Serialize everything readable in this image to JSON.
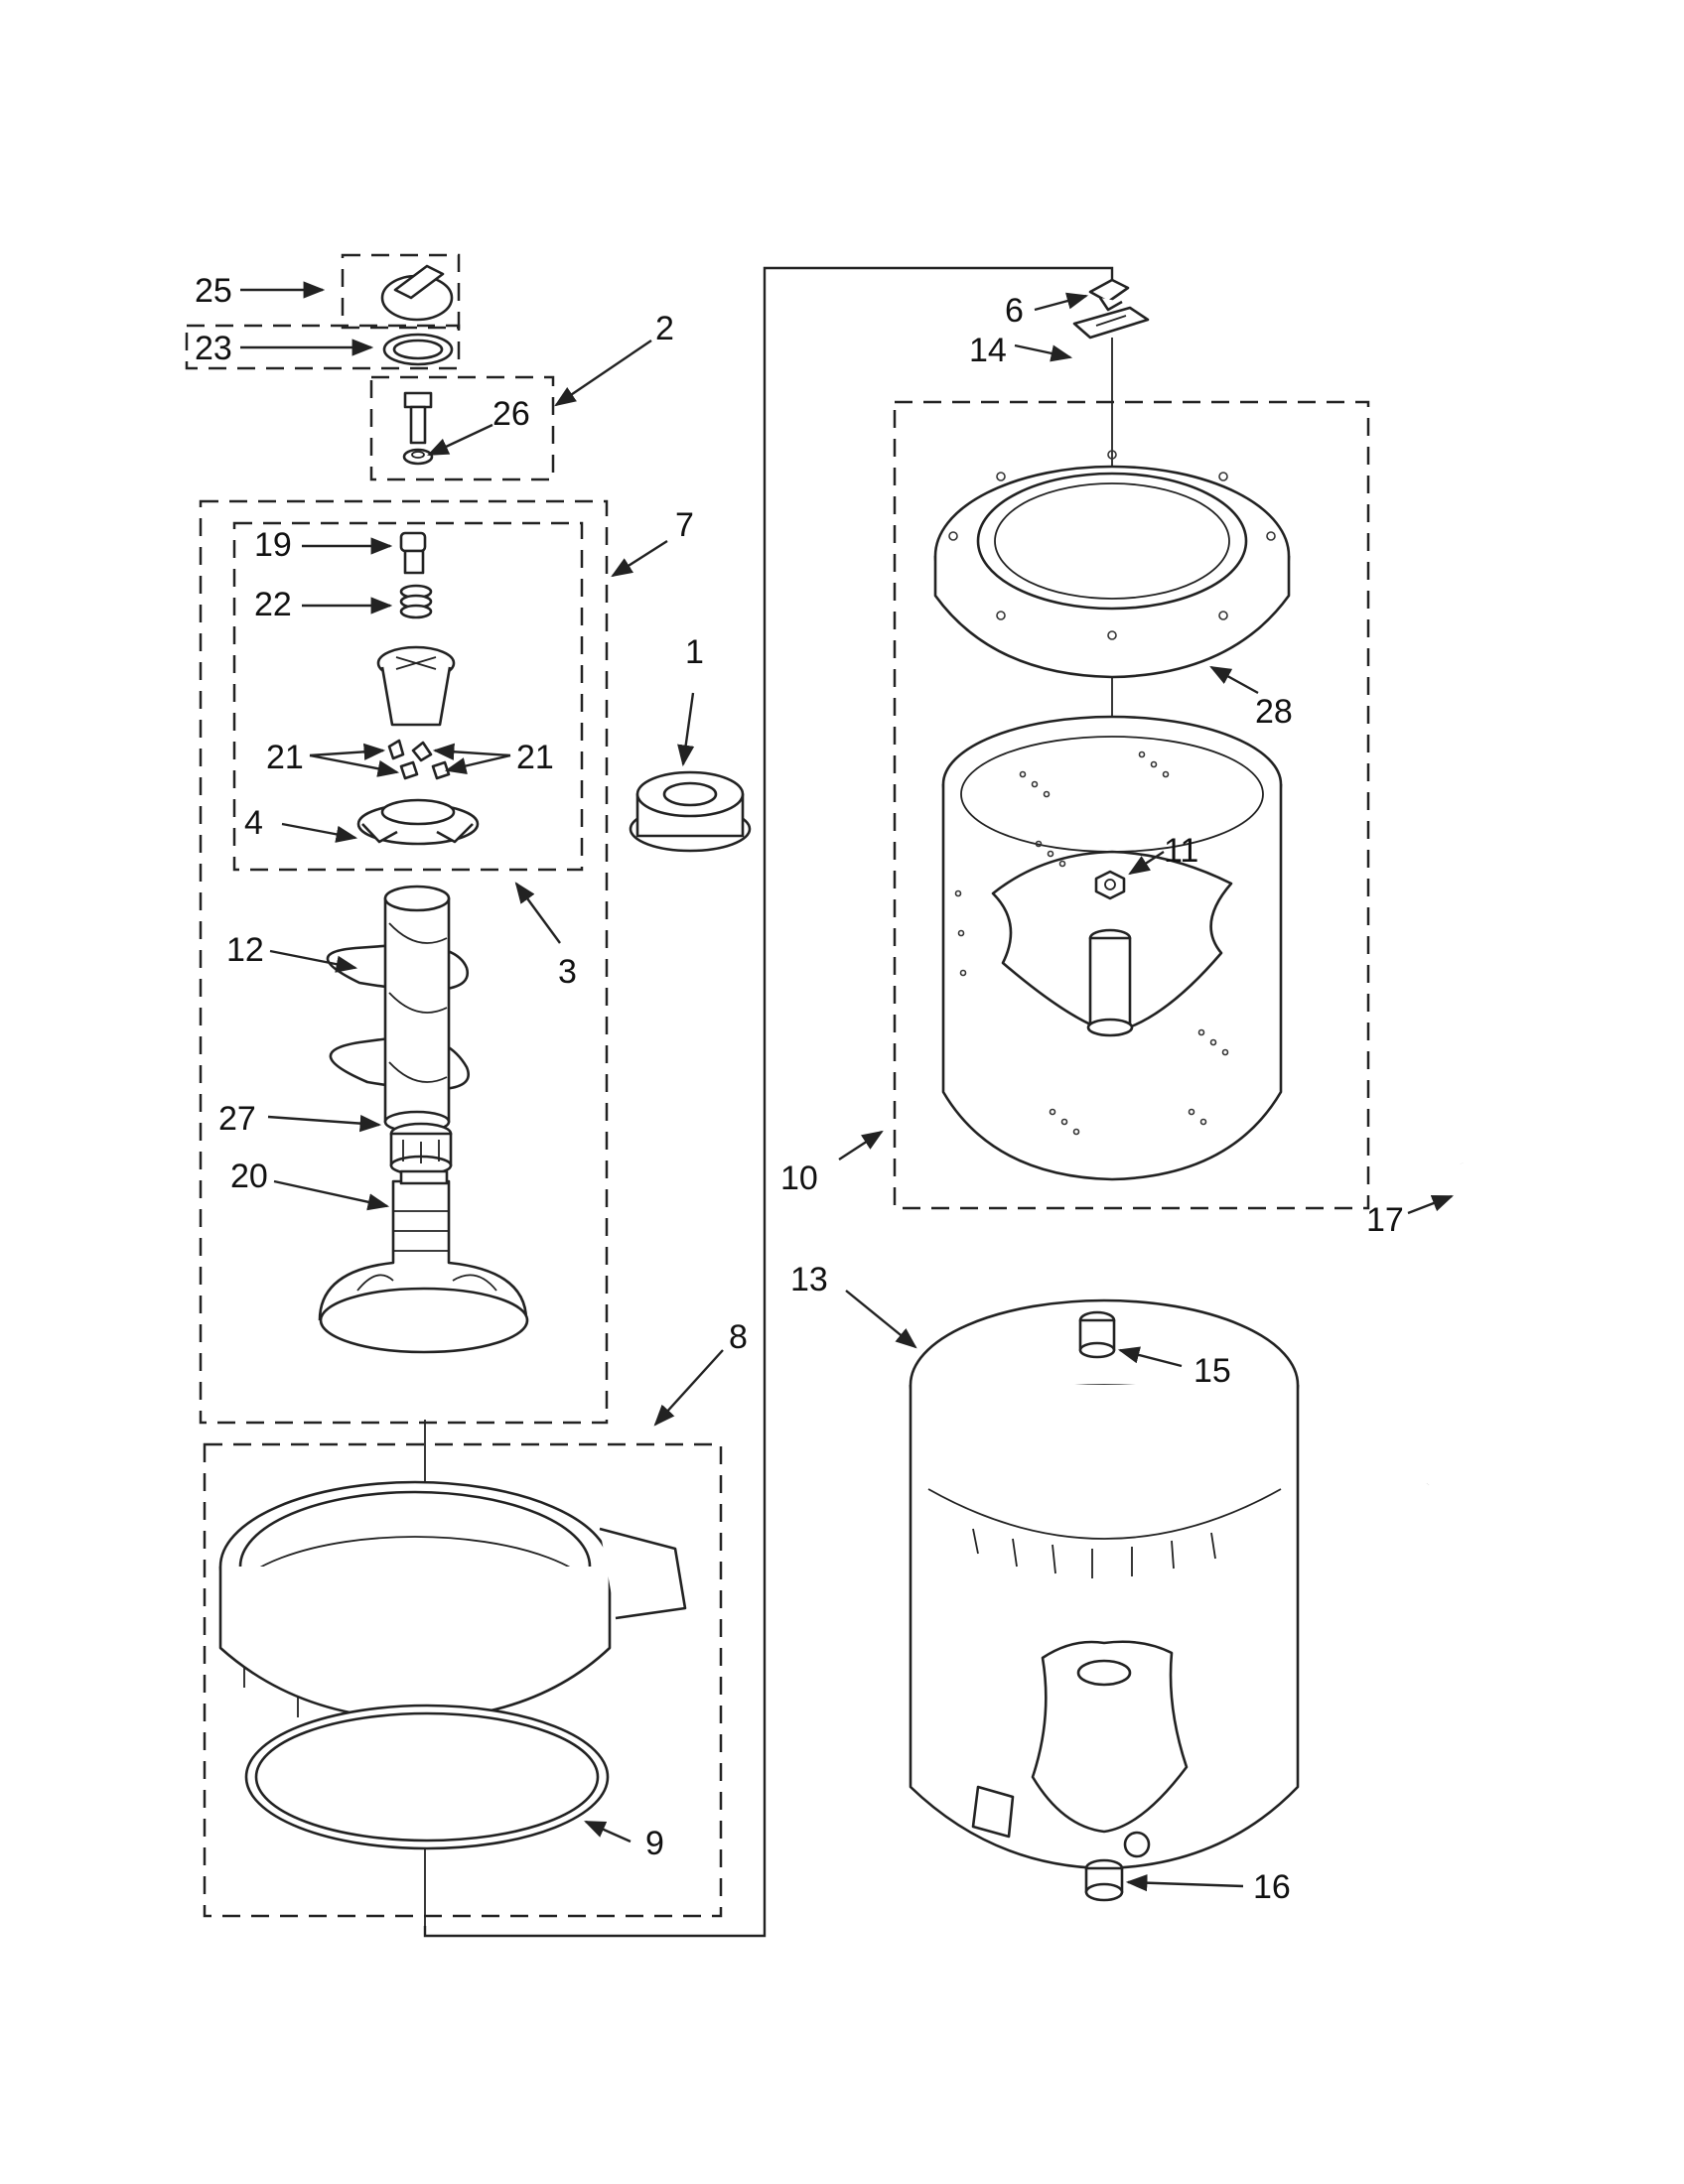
{
  "diagram": {
    "part_labels": [
      "25",
      "23",
      "2",
      "26",
      "7",
      "19",
      "22",
      "21",
      "21",
      "4",
      "3",
      "1",
      "12",
      "27",
      "20",
      "8",
      "9",
      "6",
      "14",
      "28",
      "11",
      "10",
      "17",
      "13",
      "15",
      "16"
    ]
  }
}
